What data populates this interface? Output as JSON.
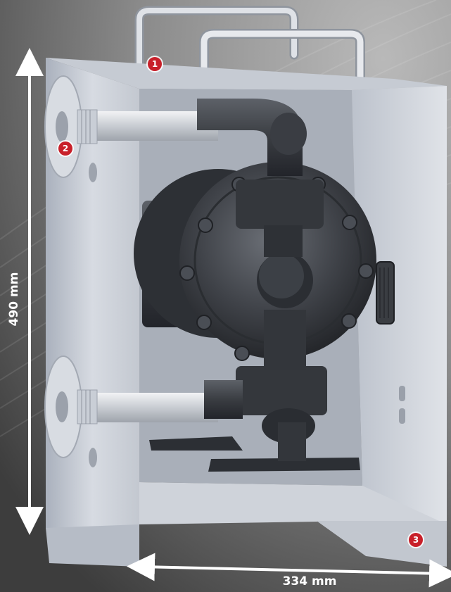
{
  "dimensions": {
    "height_label": "490 mm",
    "width_label": "334 mm"
  },
  "markers": [
    "1",
    "2",
    "3"
  ],
  "colors": {
    "frame": "#c9ced8",
    "pump_body": "#3c3f44",
    "marker_fill": "#c8202a",
    "arrow": "#ffffff",
    "background": "#5a5a5a"
  }
}
